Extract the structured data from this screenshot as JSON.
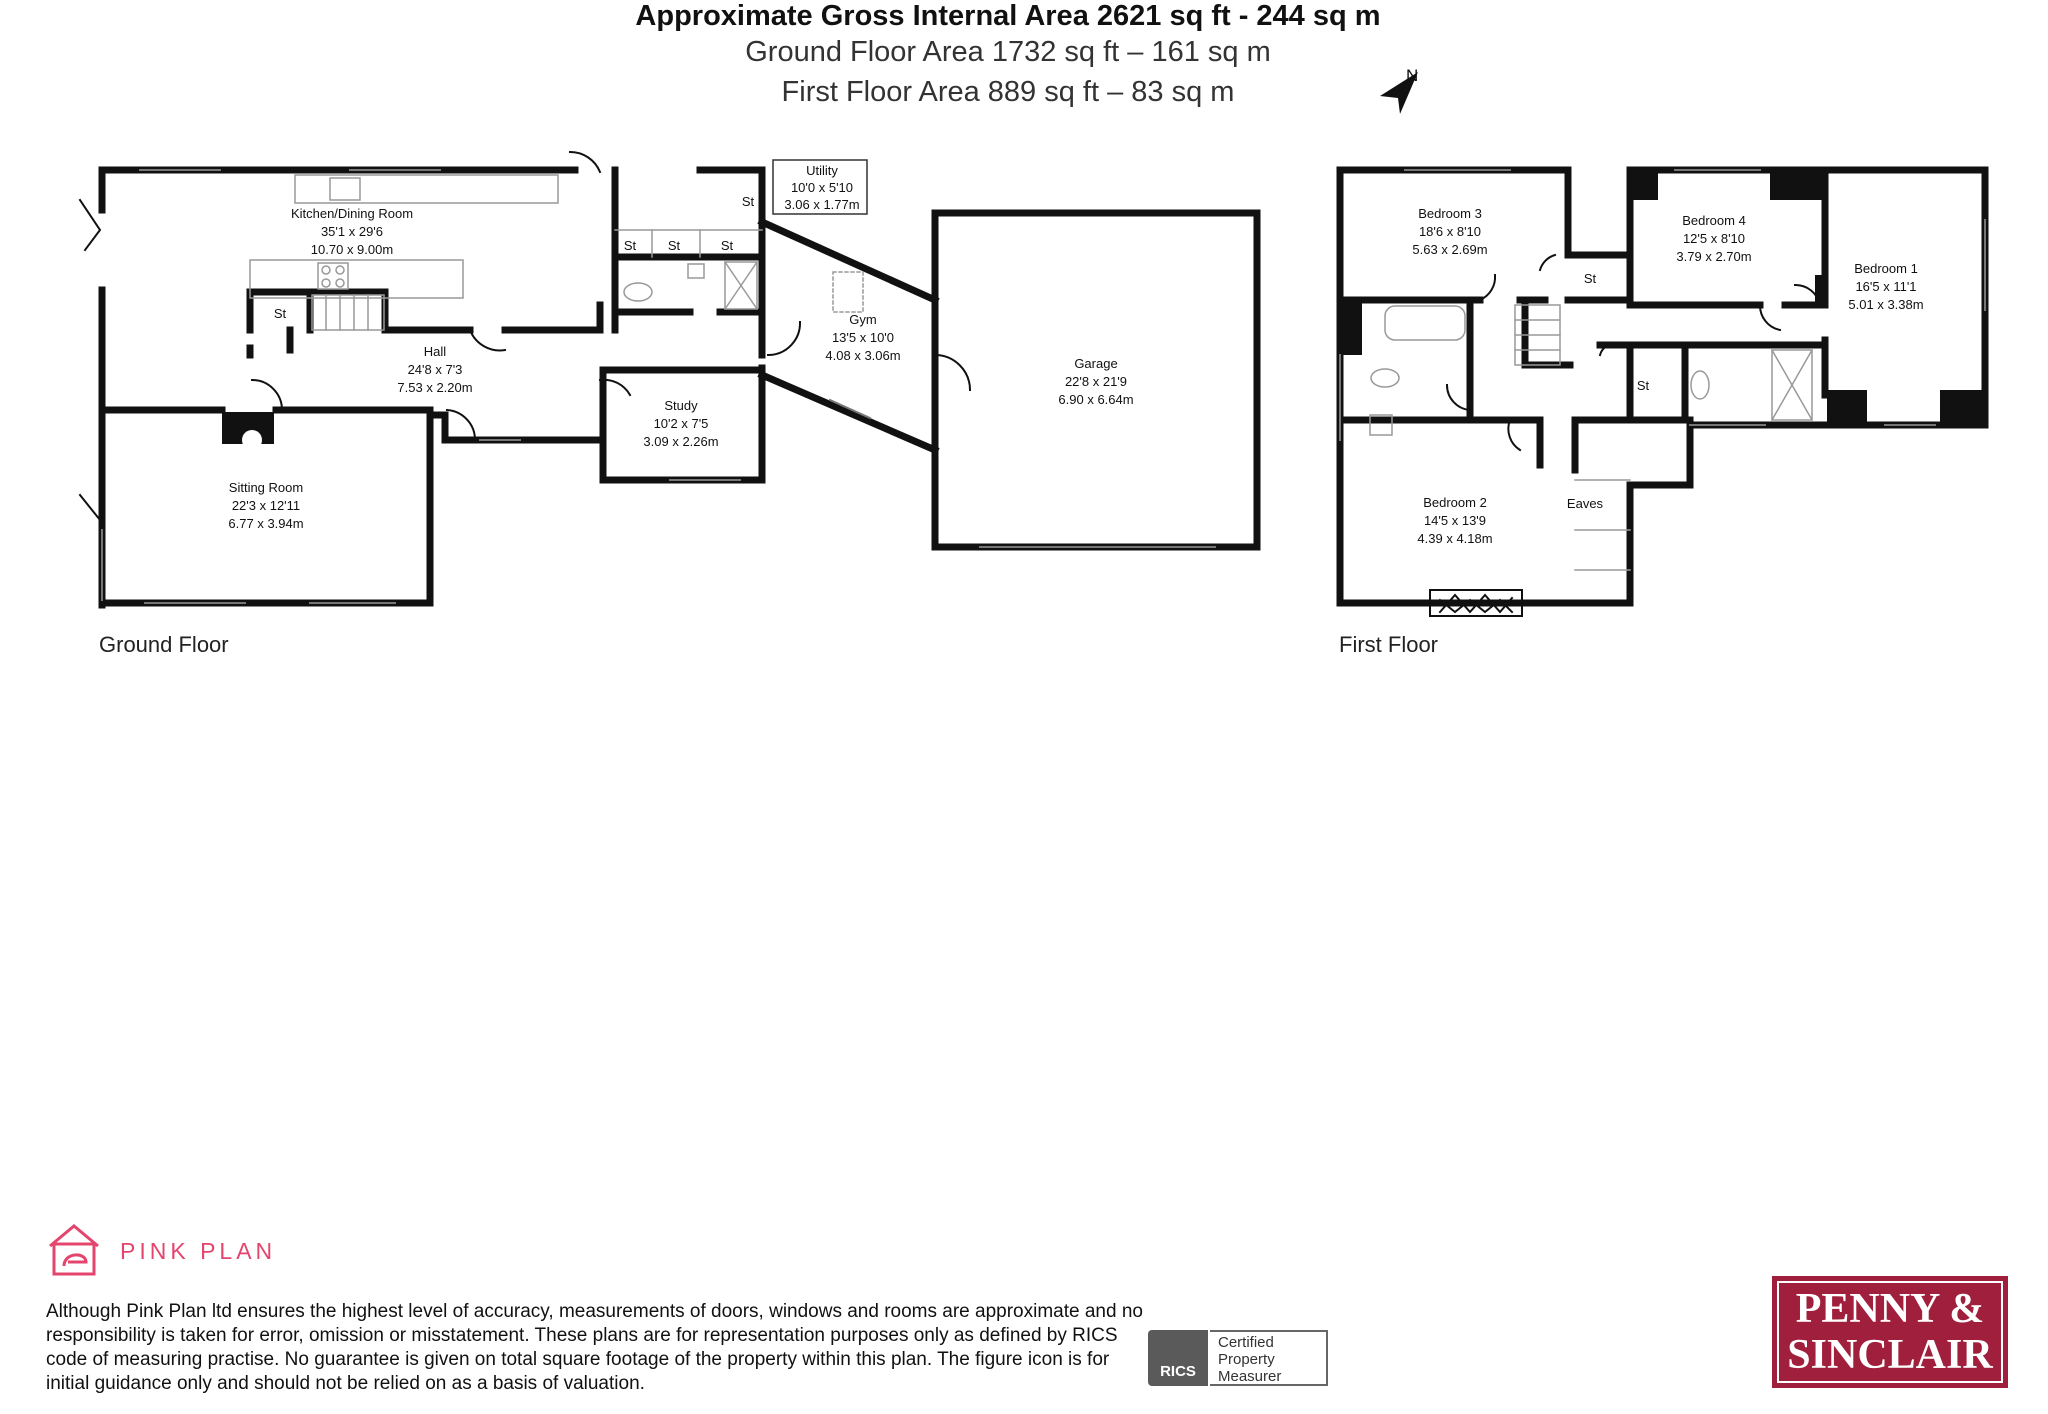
{
  "header": {
    "gross_area": "Approximate Gross Internal Area 2621 sq ft - 244 sq m",
    "ground_area": "Ground Floor Area 1732 sq ft – 161 sq m",
    "first_area": "First Floor Area 889 sq ft – 83 sq m",
    "compass_label": "N"
  },
  "ground_floor": {
    "label": "Ground Floor",
    "rooms": {
      "kitchen": {
        "name": "Kitchen/Dining Room",
        "imperial": "35'1 x 29'6",
        "metric": "10.70 x 9.00m"
      },
      "hall": {
        "name": "Hall",
        "imperial": "24'8 x 7'3",
        "metric": "7.53 x 2.20m"
      },
      "sitting": {
        "name": "Sitting Room",
        "imperial": "22'3 x 12'11",
        "metric": "6.77 x 3.94m"
      },
      "study": {
        "name": "Study",
        "imperial": "10'2 x 7'5",
        "metric": "3.09 x 2.26m"
      },
      "utility": {
        "name": "Utility",
        "imperial": "10'0 x 5'10",
        "metric": "3.06 x 1.77m"
      },
      "gym": {
        "name": "Gym",
        "imperial": "13'5 x 10'0",
        "metric": "4.08 x 3.06m"
      },
      "garage": {
        "name": "Garage",
        "imperial": "22'8 x 21'9",
        "metric": "6.90 x 6.64m"
      },
      "store": "St"
    }
  },
  "first_floor": {
    "label": "First Floor",
    "rooms": {
      "bed3": {
        "name": "Bedroom 3",
        "imperial": "18'6 x 8'10",
        "metric": "5.63 x 2.69m"
      },
      "bed4": {
        "name": "Bedroom 4",
        "imperial": "12'5 x 8'10",
        "metric": "3.79 x 2.70m"
      },
      "bed1": {
        "name": "Bedroom 1",
        "imperial": "16'5 x 11'1",
        "metric": "5.01 x 3.38m"
      },
      "bed2": {
        "name": "Bedroom 2",
        "imperial": "14'5 x 13'9",
        "metric": "4.39 x 4.18m"
      },
      "eaves": "Eaves",
      "store": "St"
    }
  },
  "footer": {
    "brand": "PINK PLAN",
    "brand_color": "#e4456d",
    "disclaimer": "Although Pink Plan ltd ensures the highest level of accuracy, measurements of doors, windows and rooms are approximate and no responsibility is taken for error, omission or misstatement. These plans are for representation purposes only as defined by RICS code of measuring practise. No guarantee is given on total square footage of the property within this plan. The figure icon is for initial guidance only and should not be relied on as a basis of valuation.",
    "rics_badge": "RICS",
    "rics_cert": "Certified Property Measurer",
    "agent_line1": "PENNY &",
    "agent_line2": "SINCLAIR",
    "agent_color": "#a01f3c"
  }
}
